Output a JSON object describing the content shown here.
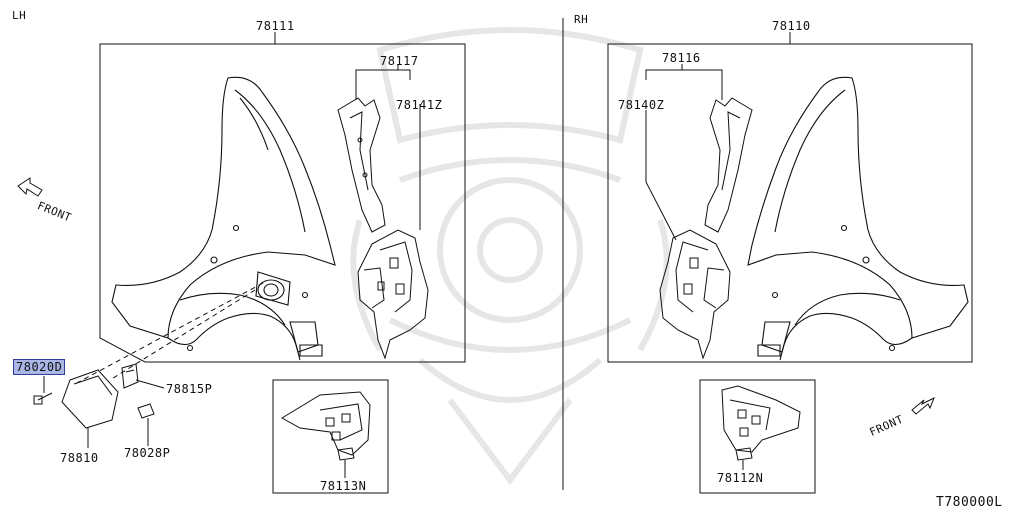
{
  "sides": {
    "left": "LH",
    "right": "RH"
  },
  "front_label": "FRONT",
  "diagram_code": "T780000L",
  "parts": {
    "p78111": "78111",
    "p78117": "78117",
    "p78141Z": "78141Z",
    "p78020D": "78020D",
    "p78815P": "78815P",
    "p78810": "78810",
    "p78028P": "78028P",
    "p78113N": "78113N",
    "p78110": "78110",
    "p78116": "78116",
    "p78140Z": "78140Z",
    "p78112N": "78112N"
  },
  "highlight": {
    "part": "78020D",
    "color": "#a9b6e6",
    "border": "#2d3f99"
  },
  "colors": {
    "line": "#111111",
    "watermark": "#e6e6e6"
  }
}
